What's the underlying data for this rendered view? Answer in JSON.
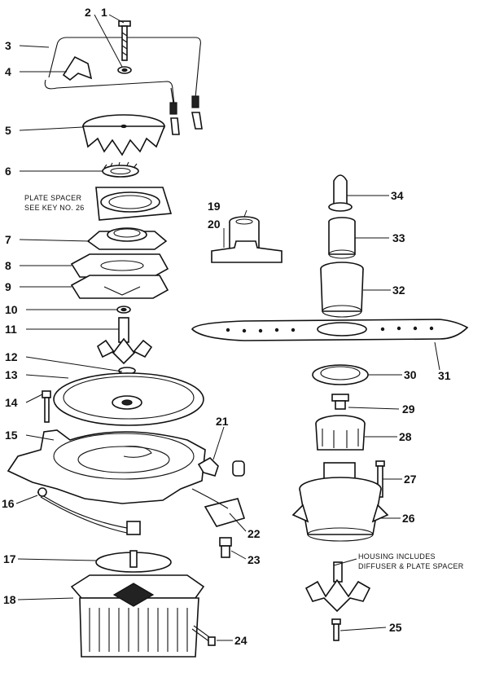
{
  "notes": {
    "plate_spacer_line1": "PLATE SPACER",
    "plate_spacer_line2": "SEE KEY NO. 26",
    "housing_line1": "HOUSING INCLUDES",
    "housing_line2": "DIFFUSER & PLATE SPACER"
  },
  "keys": [
    "1",
    "2",
    "3",
    "4",
    "5",
    "6",
    "7",
    "8",
    "9",
    "10",
    "11",
    "12",
    "13",
    "14",
    "15",
    "16",
    "17",
    "18",
    "19",
    "20",
    "21",
    "22",
    "23",
    "24",
    "25",
    "26",
    "27",
    "28",
    "29",
    "30",
    "31",
    "32",
    "33",
    "34"
  ]
}
